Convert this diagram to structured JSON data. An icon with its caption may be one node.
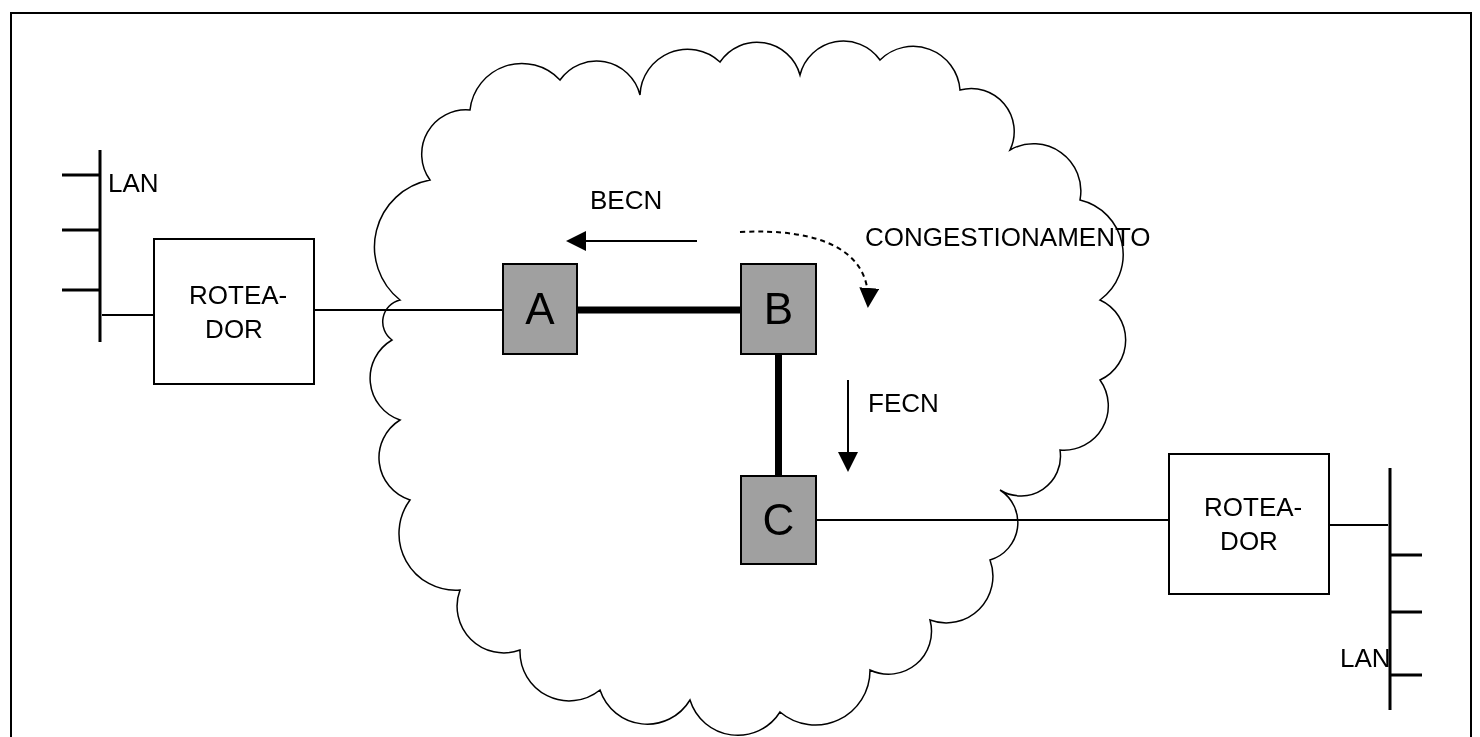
{
  "diagram": {
    "nodes": [
      {
        "text": [],
        "shape": "bar",
        "beside": [
          "LAN"
        ]
      },
      {
        "text": [
          "ROTEA- DOR"
        ]
      },
      {
        "text": [],
        "shape": "cloud"
      },
      {
        "text": [
          "A"
        ],
        "in": 2
      },
      {
        "text": [
          "B"
        ],
        "in": 2
      },
      {
        "text": [
          "C"
        ],
        "in": 2
      },
      {
        "text": [
          "ROTEA- DOR"
        ]
      },
      {
        "text": [],
        "shape": "bar",
        "beside": [
          "LAN"
        ]
      }
    ],
    "edges": [
      {
        "from": 0,
        "to": 1,
        "arrow": "none"
      },
      {
        "from": 1,
        "to": 3,
        "arrow": "none"
      },
      {
        "from": 3,
        "to": 4,
        "arrow": "none",
        "style": "thick"
      },
      {
        "from": 4,
        "to": 5,
        "arrow": "none",
        "style": "thick"
      },
      {
        "from": 5,
        "to": 6,
        "arrow": "none"
      },
      {
        "from": 6,
        "to": 7,
        "arrow": "none"
      }
    ],
    "labels": [
      "BECN",
      "CONGESTIONAMENTO",
      "FECN"
    ]
  }
}
